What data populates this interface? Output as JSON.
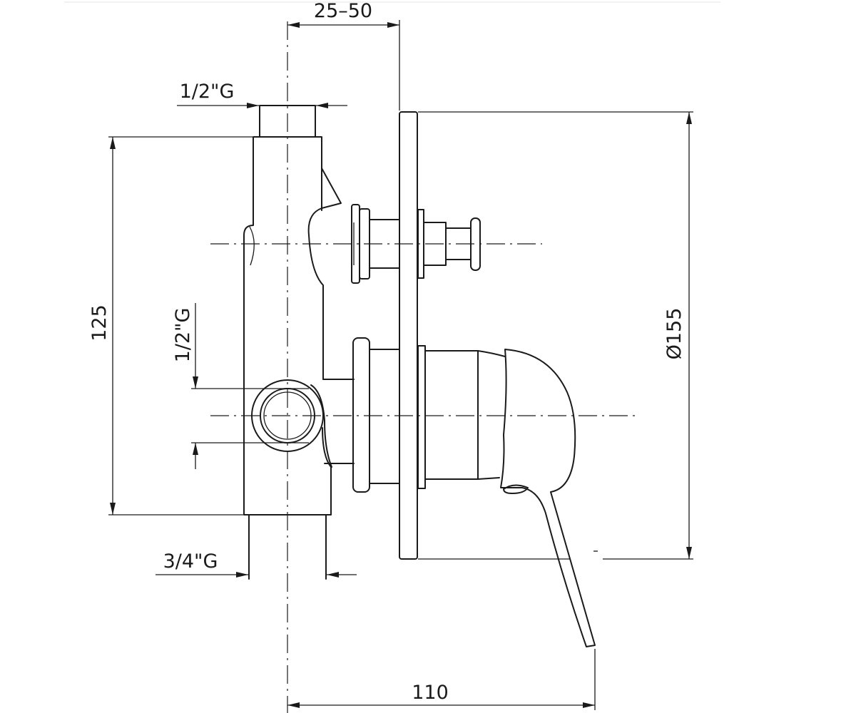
{
  "dimensions": {
    "depth_range": "25–50",
    "top_thread": "1/2\"G",
    "diameter": "Ø155",
    "height": "125",
    "side_thread": "1/2\"G",
    "bottom_thread": "3/4\"G",
    "overall_depth": "110"
  },
  "style": {
    "line_color": "#1a1a1a",
    "background": "#ffffff"
  }
}
